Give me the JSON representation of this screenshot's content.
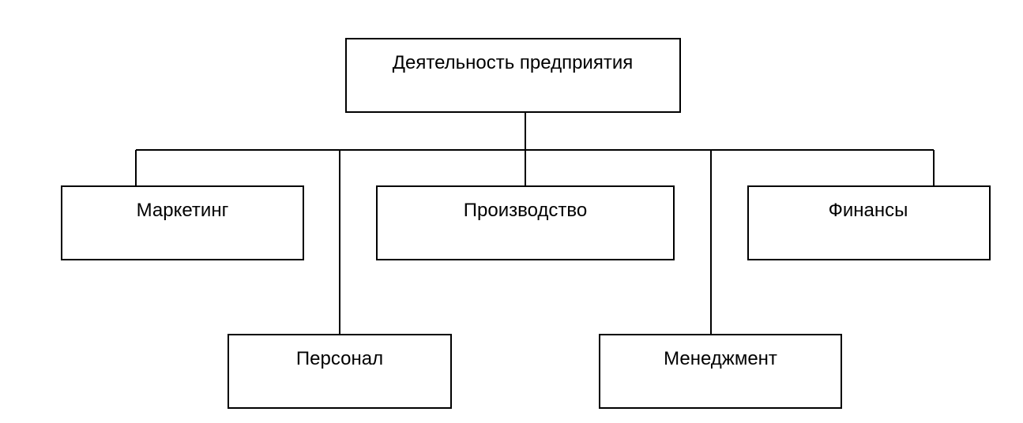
{
  "diagram": {
    "root": "Деятельность предприятия",
    "children": [
      "Маркетинг",
      "Персонал",
      "Производство",
      "Менеджмент",
      "Финансы"
    ]
  },
  "colors": {
    "stroke": "#000000",
    "background": "#ffffff"
  }
}
